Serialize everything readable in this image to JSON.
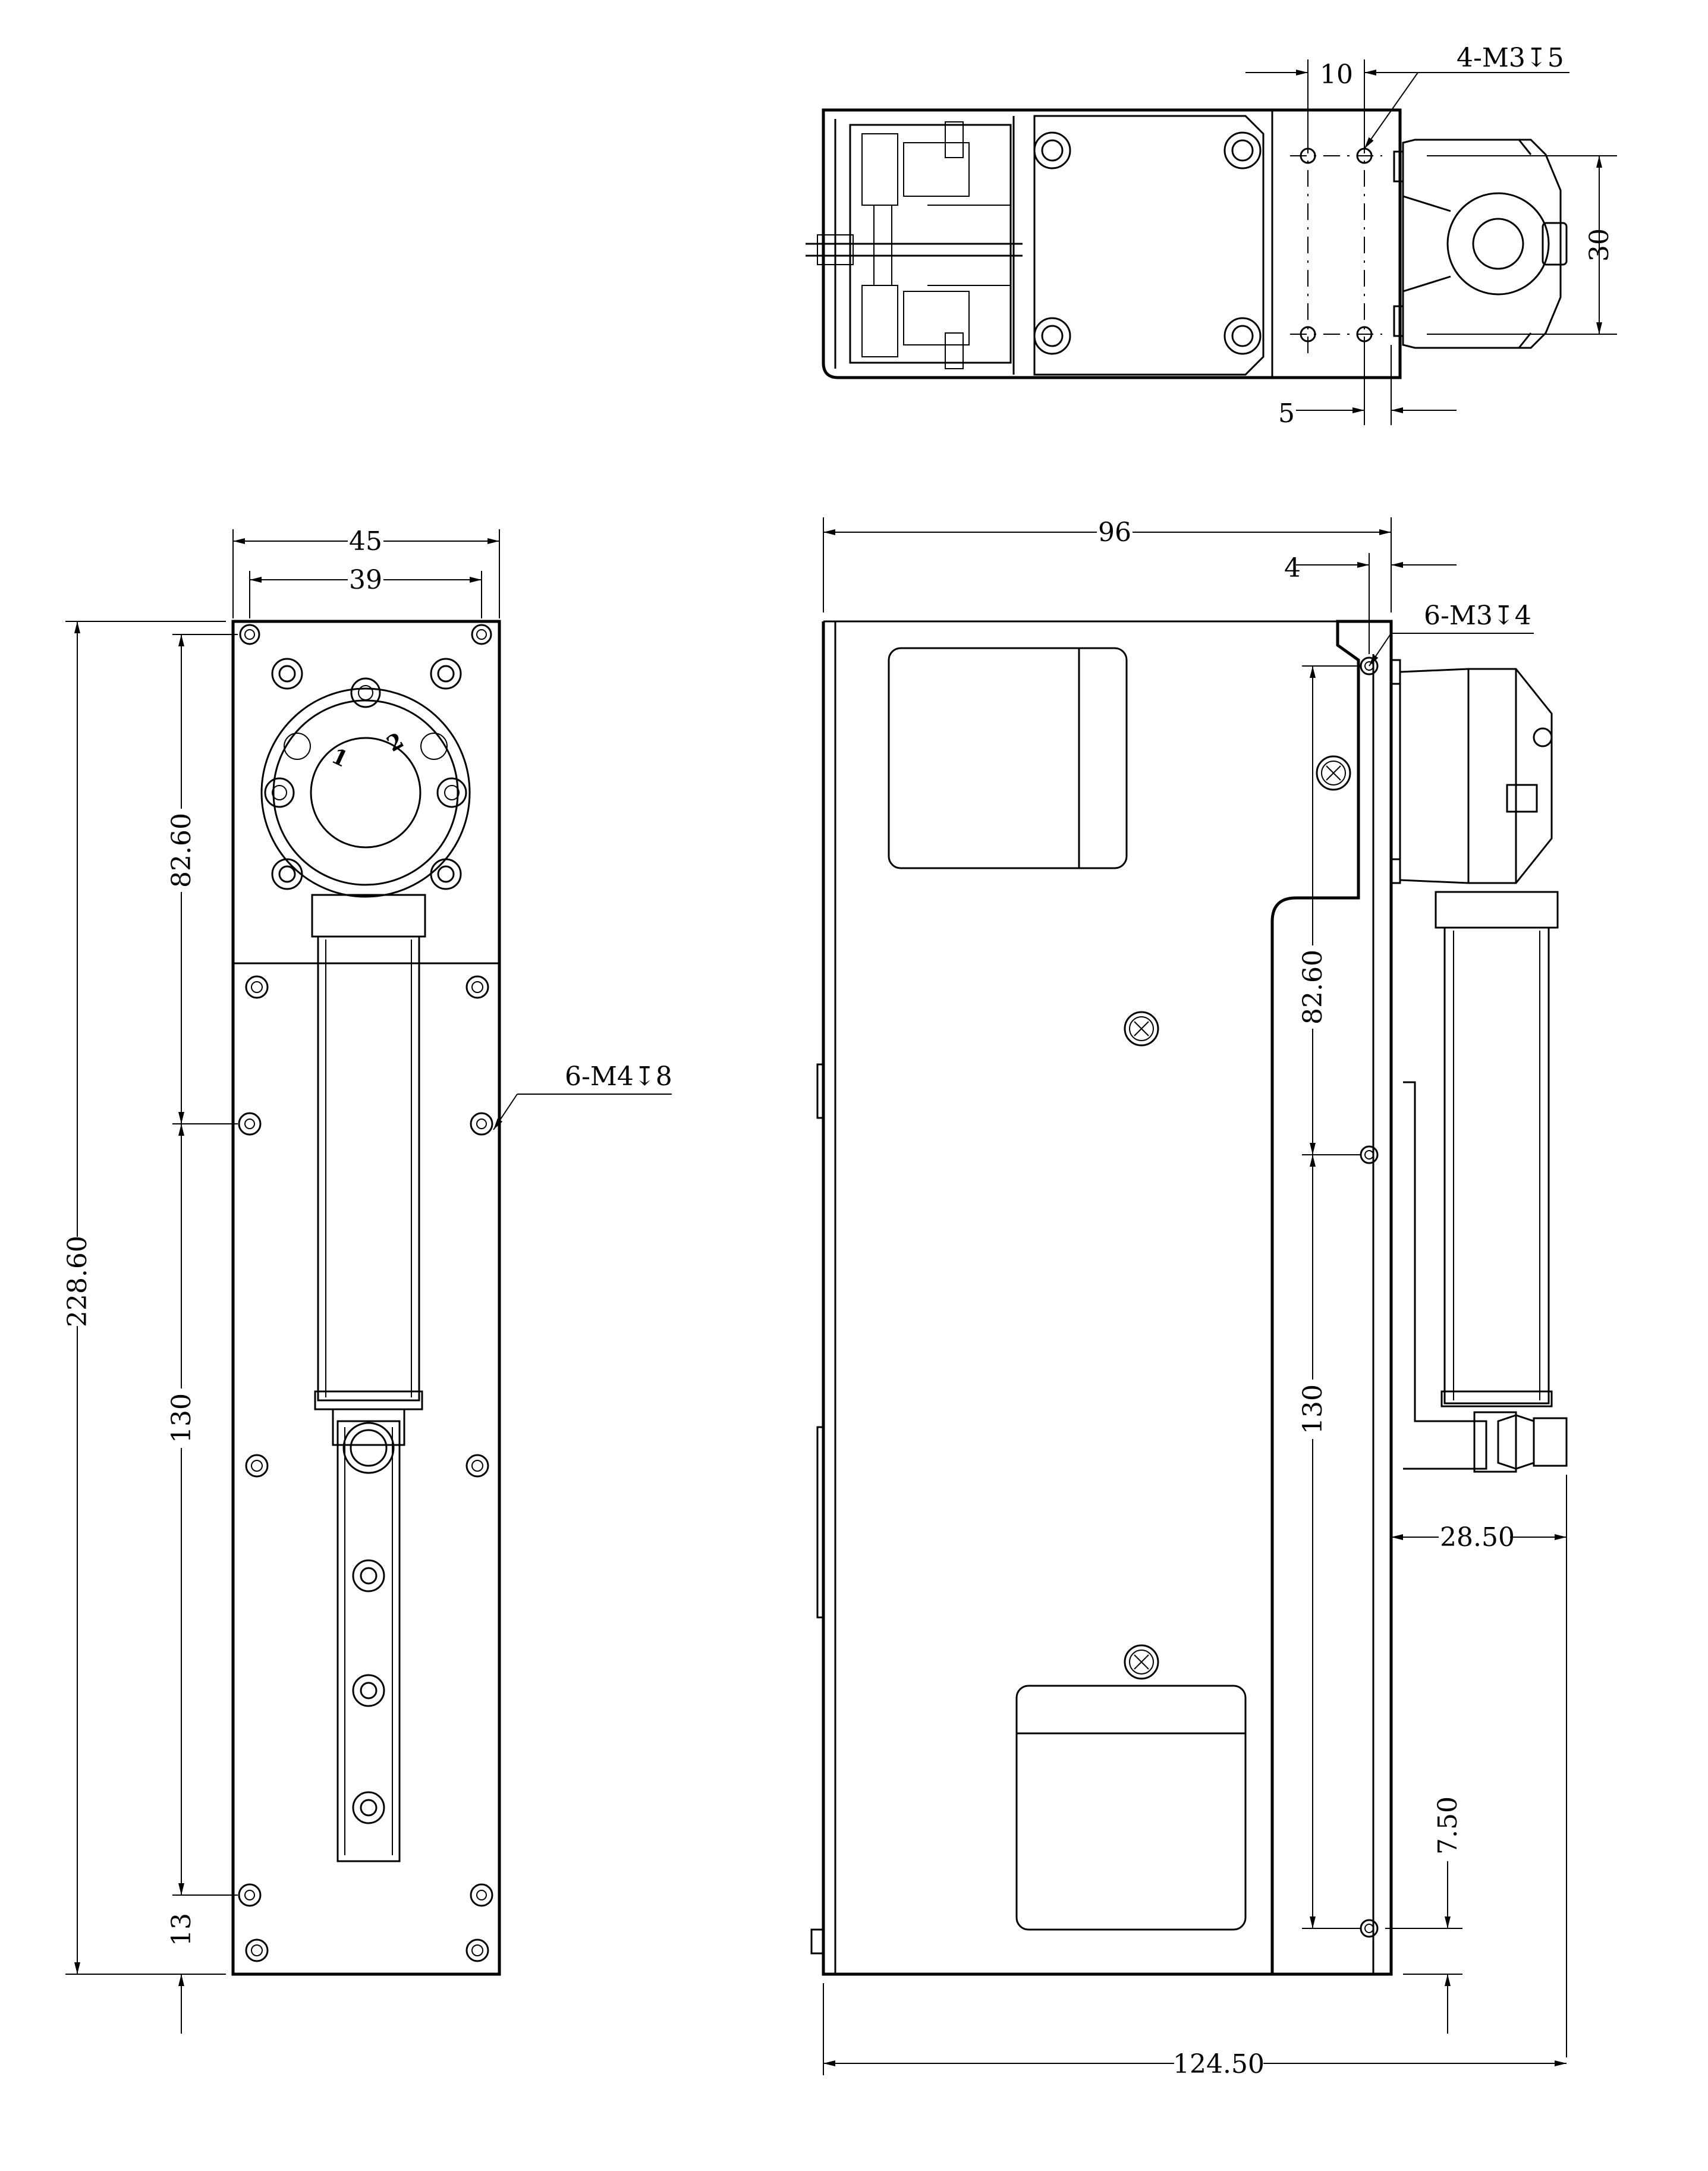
{
  "drawing": {
    "top_view": {
      "dim_hole_pitch": "10",
      "dim_width": "30",
      "dim_offset": "5",
      "callout_holes": "4-M3↧5"
    },
    "front_view": {
      "dim_overall_width": "45",
      "dim_inner_width": "39",
      "dim_total_height": "228.60",
      "dim_upper_pitch": "82.60",
      "dim_lower_pitch": "130",
      "dim_bottom_offset": "13",
      "callout_holes": "6-M4↧8",
      "rotary_label_1": "1",
      "rotary_label_2": "2"
    },
    "side_view": {
      "dim_body_depth": "96",
      "dim_flange_offset": "4",
      "callout_holes": "6-M3↧4",
      "dim_upper_pitch": "82.60",
      "dim_lower_pitch": "130",
      "dim_actuator_depth": "28.50",
      "dim_bottom_offset": "7.50",
      "dim_overall_depth": "124.50"
    }
  }
}
